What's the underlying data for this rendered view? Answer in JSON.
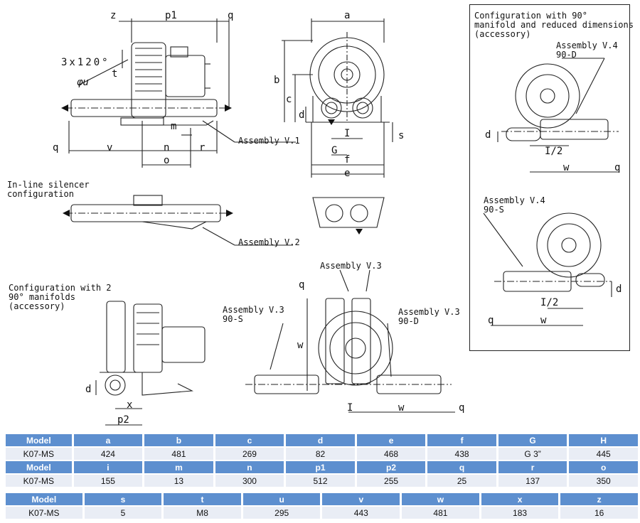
{
  "drawing": {
    "top_left": {
      "dims": {
        "z": "z",
        "p1": "p1",
        "q_top": "q",
        "t": "t",
        "u": "φu",
        "holes": "3x120°",
        "m": "m",
        "q_bot": "q",
        "v": "v",
        "n": "n",
        "r": "r",
        "o": "o"
      },
      "assembly": "Assembly V.1"
    },
    "top_mid": {
      "dims": {
        "a": "a",
        "b": "b",
        "c": "c",
        "d": "d",
        "I": "I",
        "G": "G",
        "f": "f",
        "e": "e",
        "s": "s"
      }
    },
    "inline": {
      "title": "In-line silencer\nconfiguration",
      "assembly": "Assembly V.2"
    },
    "two_manifolds": {
      "title": "Configuration with 2\n90° manifolds\n(accessory)",
      "dims": {
        "d": "d",
        "x": "x",
        "p2": "p2"
      }
    },
    "bottom_mid": {
      "assembly_v3": "Assembly V.3",
      "assembly_v3_90s": "Assembly V.3\n90-S",
      "assembly_v3_90d": "Assembly V.3\n90-D",
      "dims": {
        "q_top": "q",
        "w_vert": "w",
        "I": "I",
        "w": "w",
        "q": "q"
      }
    },
    "box": {
      "title": "Configuration with 90°\nmanifold and reduced dimensions\n(accessory)",
      "assembly_90d": "Assembly V.4\n90-D",
      "assembly_90s": "Assembly V.4\n90-S",
      "dims": {
        "d1": "d",
        "i2_1": "I/2",
        "w1": "w",
        "q1": "q",
        "d2": "d",
        "i2_2": "I/2",
        "w2": "w",
        "q2": "q"
      }
    }
  },
  "tables": [
    {
      "header": [
        "Model",
        "a",
        "b",
        "c",
        "d",
        "e",
        "f",
        "G",
        "H"
      ],
      "values": [
        "K07-MS",
        "424",
        "481",
        "269",
        "82",
        "468",
        "438",
        "G 3”",
        "445"
      ]
    },
    {
      "header": [
        "Model",
        "i",
        "m",
        "n",
        "p1",
        "p2",
        "q",
        "r",
        "o"
      ],
      "values": [
        "K07-MS",
        "155",
        "13",
        "300",
        "512",
        "255",
        "25",
        "137",
        "350"
      ]
    },
    {
      "header": [
        "Model",
        "s",
        "t",
        "u",
        "v",
        "w",
        "x",
        "z"
      ],
      "values": [
        "K07-MS",
        "5",
        "M8",
        "295",
        "443",
        "481",
        "183",
        "16"
      ]
    }
  ],
  "colors": {
    "header_bg": "#5d8fcf",
    "row_bg": "#e9edf5"
  }
}
